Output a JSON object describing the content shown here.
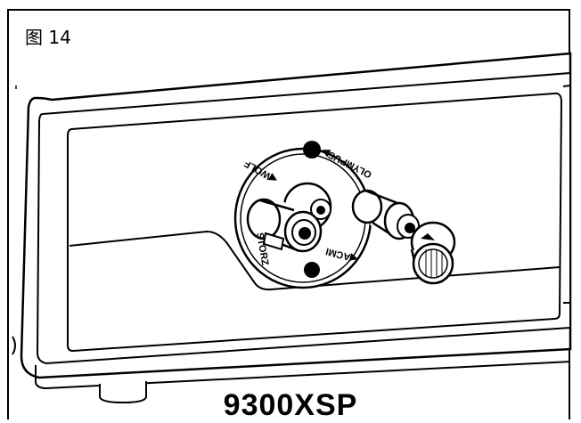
{
  "figure": {
    "label": "图 14",
    "model": "9300XSP"
  },
  "connector_panel": {
    "labels": {
      "wolf": "◀WOLF",
      "olympus": "OLYMPUS▶",
      "storz": "STORZ",
      "acmi": "◀ACMI"
    }
  }
}
